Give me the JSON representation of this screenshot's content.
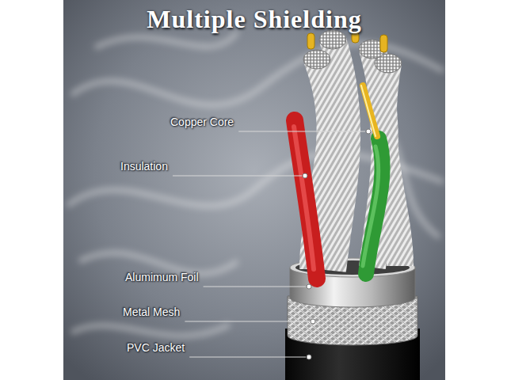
{
  "diagram": {
    "title": "Multiple Shielding",
    "labels": [
      "Copper Core",
      "Insulation",
      "Alumimum Foil",
      "Metal Mesh",
      "PVC Jacket"
    ]
  }
}
